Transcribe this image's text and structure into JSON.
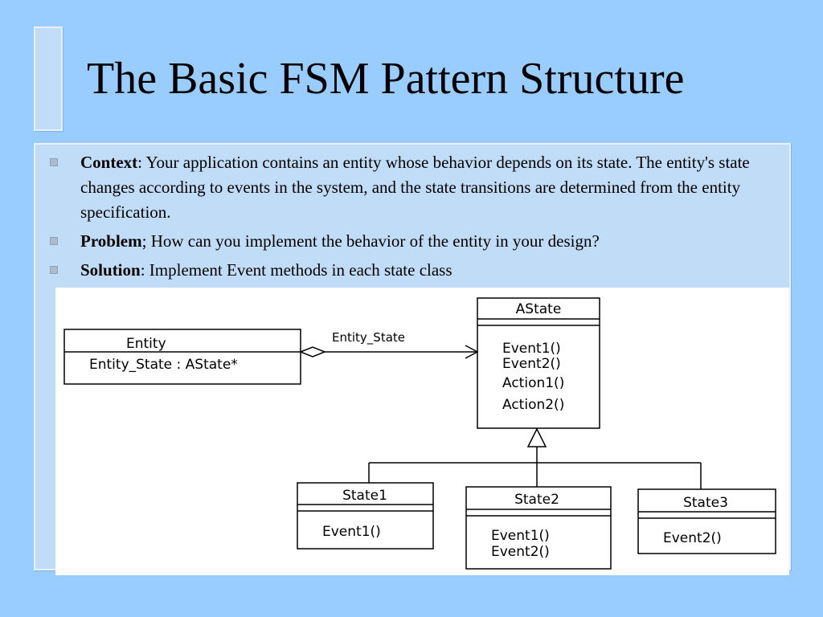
{
  "slide": {
    "title": "The Basic FSM Pattern Structure",
    "bullets": [
      {
        "term": "Context",
        "sep": ":",
        "text": " Your application contains an entity whose behavior depends on its state. The entity's state changes according to events in the system, and the state transitions are determined from the entity specification."
      },
      {
        "term": "Problem",
        "sep": ";",
        "text": " How can you implement the behavior of the entity in your design?"
      },
      {
        "term": "Solution",
        "sep": ":",
        "text": " Implement Event methods in each state class"
      }
    ]
  },
  "diagram": {
    "entity": {
      "name": "Entity",
      "attributes": [
        "Entity_State : AState*"
      ]
    },
    "association_label": "Entity_State",
    "astate": {
      "name": "AState",
      "methods": [
        "Event1()",
        "Event2()",
        "Action1()",
        "Action2()"
      ]
    },
    "states": [
      {
        "name": "State1",
        "methods": [
          "Event1()"
        ]
      },
      {
        "name": "State2",
        "methods": [
          "Event1()",
          "Event2()"
        ]
      },
      {
        "name": "State3",
        "methods": [
          "Event2()"
        ]
      }
    ]
  }
}
